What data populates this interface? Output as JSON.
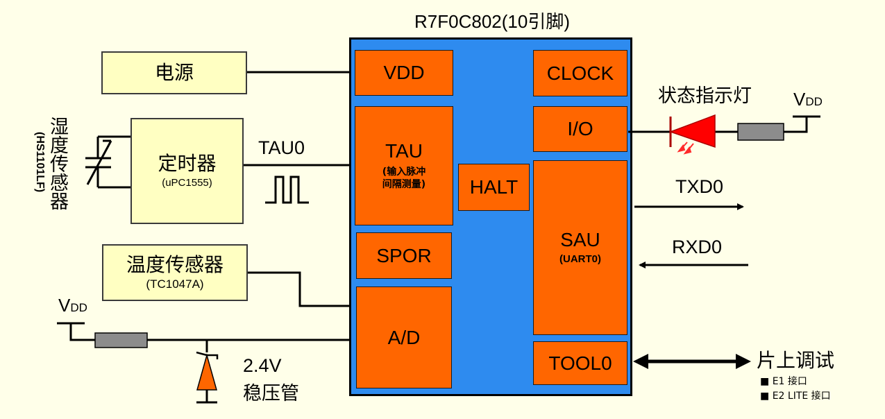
{
  "chip_title": "R7F0C802(10引脚)",
  "blocks": {
    "vdd": "VDD",
    "tau": "TAU",
    "tau_sub": "(输入脉冲\n间隔测量)",
    "spor": "SPOR",
    "ad": "A/D",
    "halt": "HALT",
    "clock": "CLOCK",
    "io": "I/O",
    "sau": "SAU",
    "sau_sub": "(UART0)",
    "tool": "TOOL0"
  },
  "external": {
    "power": "电源",
    "timer": "定时器",
    "timer_part": "(uPC1555)",
    "humidity_sensor": "湿度传感器",
    "humidity_part": "(HS1101LF)",
    "temp_sensor": "温度传感器",
    "temp_part": "(TC1047A)"
  },
  "signals": {
    "tau0": "TAU0",
    "txd0": "TXD0",
    "rxd0": "RXD0",
    "status_led": "状态指示灯",
    "vdd_v": "V",
    "vdd_sub": "DD",
    "zener_voltage": "2.4V",
    "zener_label": "稳压管",
    "debug": "片上调试",
    "debug_items": [
      "E1 接口",
      "E2 LITE 接口"
    ]
  },
  "colors": {
    "background": "#ffffe9",
    "external_box": "#ffffc2",
    "chip_body": "#2e8bef",
    "functional_block": "#ff6600",
    "resistor": "#8c8c8c",
    "led": "#ff0000"
  }
}
